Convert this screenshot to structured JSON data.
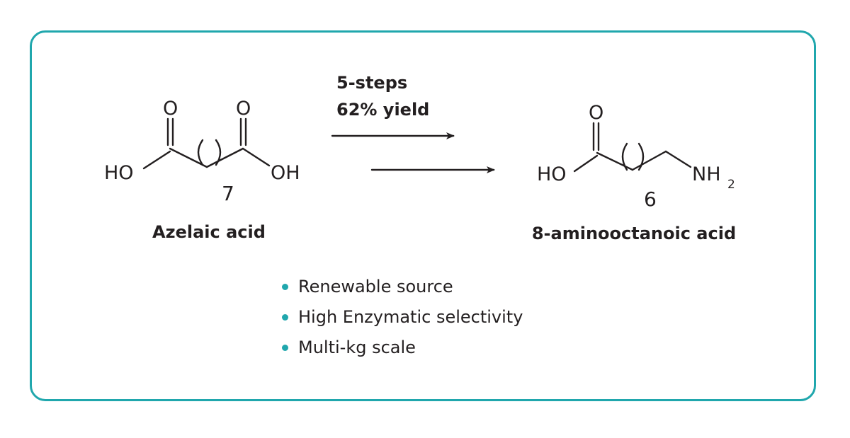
{
  "accent_color": "#20a7ad",
  "text_color": "#231f20",
  "reaction": {
    "conditions_line1": "5-steps",
    "conditions_line2": "62% yield"
  },
  "starting_material": {
    "name": "Azelaic acid",
    "left_group": "HO",
    "right_group": "OH",
    "carbonyl_left": "O",
    "carbonyl_right": "O",
    "repeat_count": "7"
  },
  "product": {
    "name": "8-aminooctanoic acid",
    "left_group": "HO",
    "carbonyl": "O",
    "amine_group": "NH",
    "amine_subscript": "2",
    "repeat_count": "6"
  },
  "bullets": [
    {
      "text": "Renewable source",
      "icon": "bullet-dot-icon"
    },
    {
      "text": "High Enzymatic selectivity",
      "icon": "bullet-dot-icon"
    },
    {
      "text": "Multi-kg scale",
      "icon": "bullet-dot-icon"
    }
  ]
}
